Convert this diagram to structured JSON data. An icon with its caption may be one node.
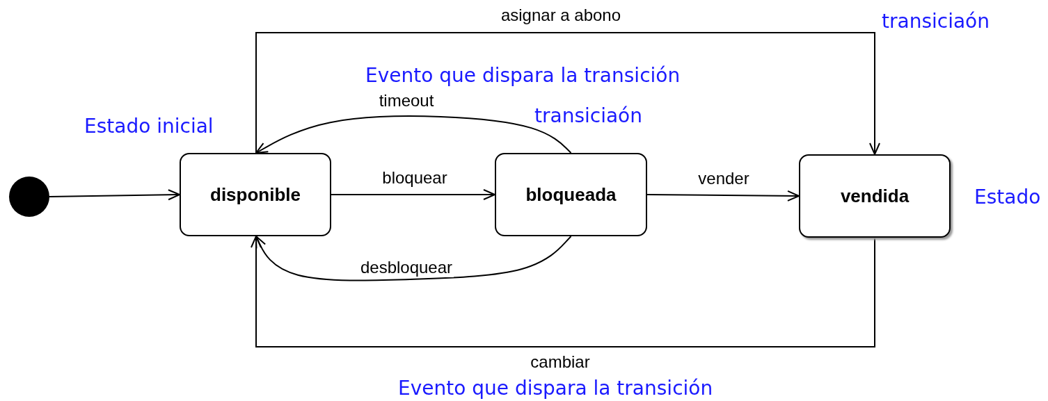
{
  "diagram": {
    "nodes": [
      {
        "text": [],
        "shape": "circle"
      },
      {
        "text": [
          "disponible"
        ]
      },
      {
        "text": [
          "bloqueada"
        ]
      },
      {
        "text": [
          "vendida"
        ]
      }
    ],
    "edges": [
      {
        "from": 0,
        "to": 1,
        "arrow": "to"
      },
      {
        "from": 1,
        "to": 2,
        "arrow": "to",
        "label": "bloquear"
      },
      {
        "from": 2,
        "to": 3,
        "arrow": "to",
        "label": "vender"
      },
      {
        "from": 2,
        "to": 1,
        "arrow": "to",
        "label": "timeout"
      },
      {
        "from": 2,
        "to": 1,
        "arrow": "to",
        "label": "desbloquear"
      },
      {
        "from": 1,
        "to": 3,
        "arrow": "to",
        "label": "asignar a abono"
      },
      {
        "from": 3,
        "to": 1,
        "arrow": "to",
        "label": "cambiar"
      }
    ],
    "labels": [
      "transiciaón",
      "Evento que dispara la transición",
      "Estado inicial",
      "transiciaón",
      "Estado",
      "Evento que dispara la transición"
    ]
  }
}
